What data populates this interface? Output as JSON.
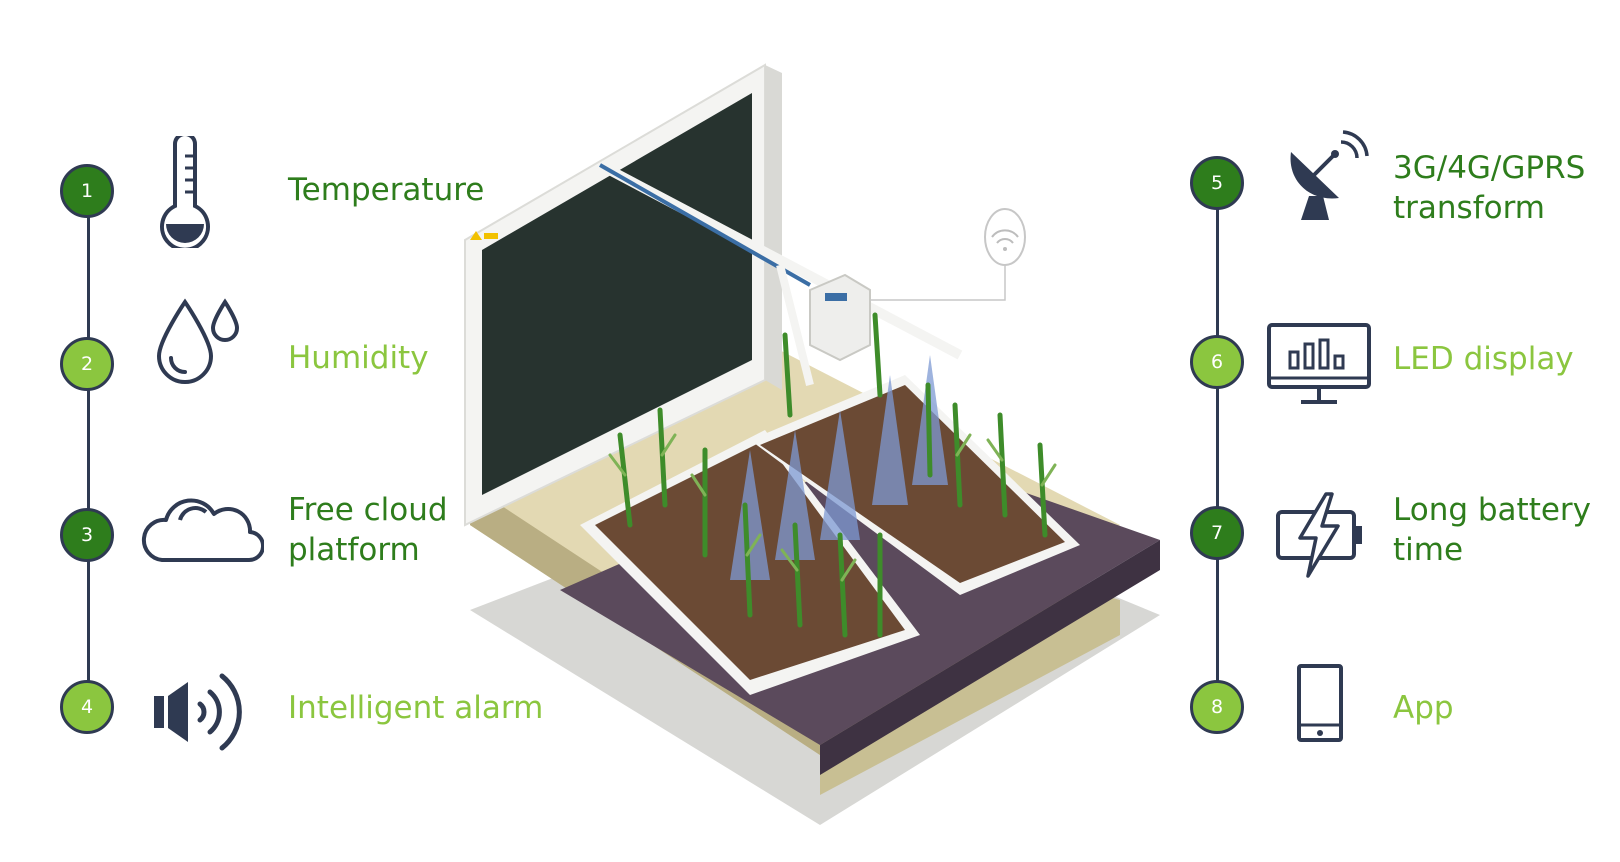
{
  "colors": {
    "dark_green": "#2e7d1c",
    "light_green": "#8bc63f",
    "navy": "#2f3a52"
  },
  "left_features": [
    {
      "number": "1",
      "label": "Temperature",
      "icon": "thermometer-icon",
      "tone": "dark"
    },
    {
      "number": "2",
      "label": "Humidity",
      "icon": "water-drops-icon",
      "tone": "light"
    },
    {
      "number": "3",
      "label": "Free cloud\nplatform",
      "icon": "cloud-icon",
      "tone": "dark"
    },
    {
      "number": "4",
      "label": "Intelligent alarm",
      "icon": "speaker-alarm-icon",
      "tone": "light"
    }
  ],
  "right_features": [
    {
      "number": "5",
      "label": "3G/4G/GPRS\ntransform",
      "icon": "satellite-dish-icon",
      "tone": "dark"
    },
    {
      "number": "6",
      "label": "LED display",
      "icon": "monitor-chart-icon",
      "tone": "light"
    },
    {
      "number": "7",
      "label": "Long battery\ntime",
      "icon": "battery-charge-icon",
      "tone": "dark"
    },
    {
      "number": "8",
      "label": "App",
      "icon": "smartphone-icon",
      "tone": "light"
    }
  ],
  "illustration": {
    "icon": "greenhouse-irrigation-illustration"
  }
}
